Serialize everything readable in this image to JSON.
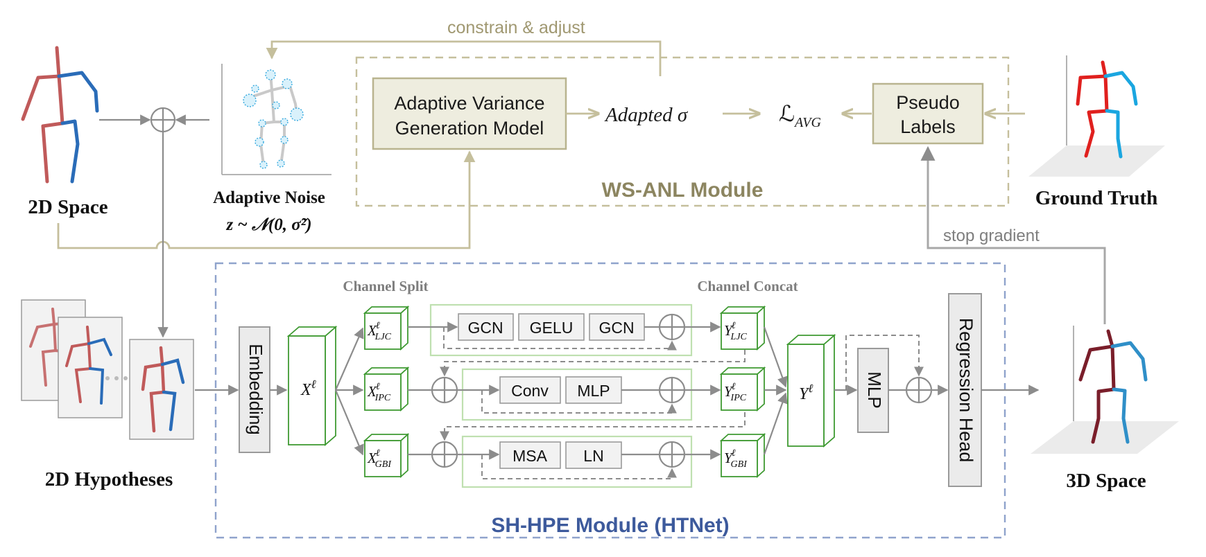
{
  "labels": {
    "constrain_adjust": "constrain & adjust",
    "adaptive_variance_line1": "Adaptive Variance",
    "adaptive_variance_line2": "Generation Model",
    "adapted_sigma": "Adapted σ",
    "loss_main": "ℒ",
    "loss_sub": "AVG",
    "pseudo_line1": "Pseudo",
    "pseudo_line2": "Labels",
    "wsanl_module": "WS-ANL Module",
    "space_2d": "2D Space",
    "adaptive_noise": "Adaptive Noise",
    "noise_formula": "z ~ 𝒩(0, σ̃²)",
    "ground_truth": "Ground Truth",
    "stop_gradient": "stop gradient",
    "hypotheses_2d": "2D Hypotheses",
    "space_3d": "3D Space",
    "shhpe_module": "SH-HPE Module (HTNet)",
    "channel_split": "Channel Split",
    "channel_concat": "Channel Concat",
    "embedding": "Embedding",
    "x_l": "X",
    "sup_l": "ℓ",
    "x_ljc_sub": "LJC",
    "x_ipc_sub": "IPC",
    "x_gbi_sub": "GBI",
    "y_ljc": "Y",
    "y_l": "Y",
    "gcn1": "GCN",
    "gelu": "GELU",
    "gcn2": "GCN",
    "conv": "Conv",
    "mlp_inner": "MLP",
    "msa": "MSA",
    "ln": "LN",
    "mlp": "MLP",
    "regression_head": "Regression Head"
  },
  "colors": {
    "wsanl_accent": "#8c8560",
    "shhpe_accent": "#3d5a9c",
    "skeleton_red": "#c05a5a",
    "skeleton_blue": "#2a6cb8",
    "gt_red": "#e0201e",
    "gt_blue": "#1aa6e0",
    "pred_red": "#7a1e2a",
    "pred_blue": "#2f8fc8"
  }
}
